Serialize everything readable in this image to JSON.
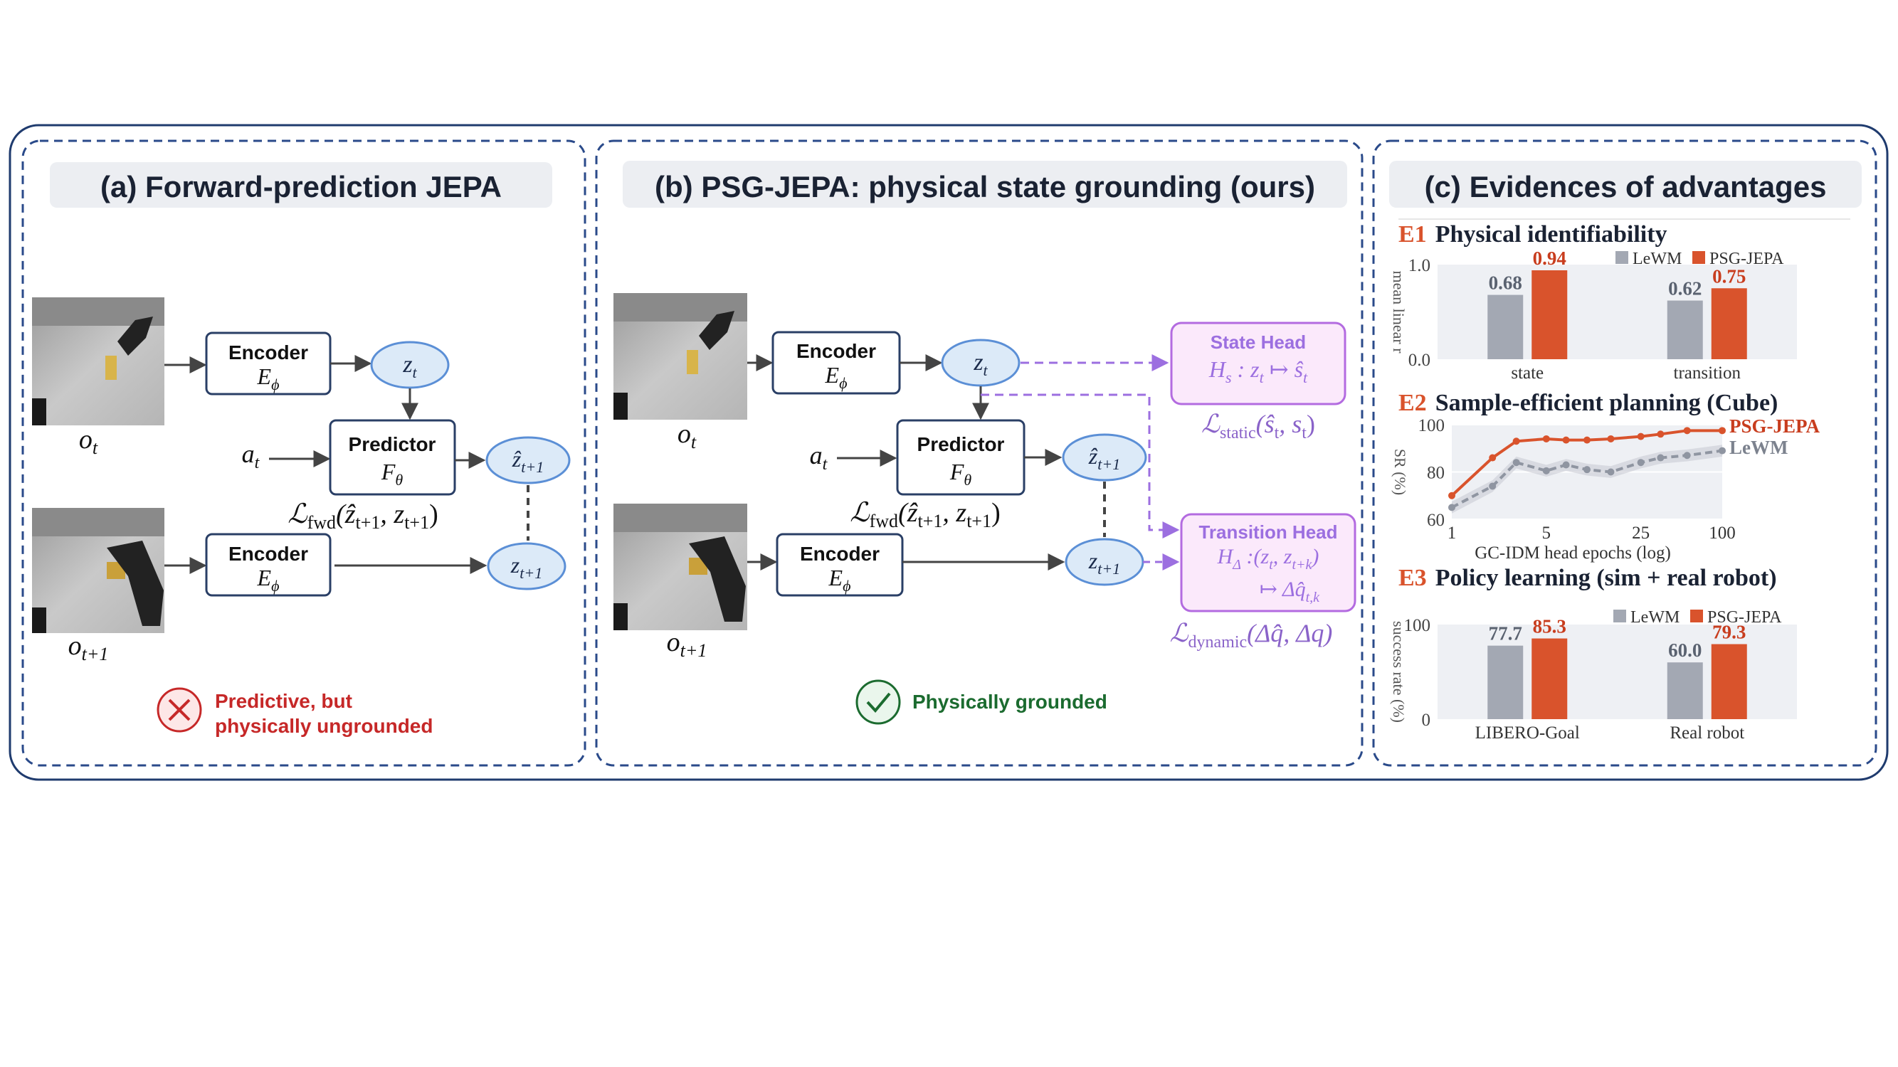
{
  "panel_a": {
    "title": "(a) Forward-prediction JEPA",
    "obs_t": "o",
    "obs_t_sub": "t",
    "obs_t1": "o",
    "obs_t1_sub": "t+1",
    "encoder_top_label": "Encoder",
    "encoder_top_sym": "E",
    "encoder_top_sub": "ϕ",
    "encoder_bottom_label": "Encoder",
    "encoder_bottom_sym": "E",
    "encoder_bottom_sub": "ϕ",
    "predictor_label": "Predictor",
    "predictor_sym": "F",
    "predictor_sub": "θ",
    "z_t": "z",
    "z_t_sub": "t",
    "zhat_t1": "ẑ",
    "zhat_t1_sub": "t+1",
    "z_t1": "z",
    "z_t1_sub": "t+1",
    "action": "a",
    "action_sub": "t",
    "loss": "ℒ",
    "loss_sub": "fwd",
    "loss_args": "(ẑ",
    "loss_args_sub": "t+1",
    "loss_args2": ", z",
    "loss_args2_sub": "t+1",
    "loss_args3": ")",
    "verdict_line1": "Predictive, but",
    "verdict_line2": "physically ungrounded",
    "verdict_color": "#c62828"
  },
  "panel_b": {
    "title": "(b) PSG-JEPA: physical state grounding (ours)",
    "encoder_top_label": "Encoder",
    "encoder_bottom_label": "Encoder",
    "predictor_label": "Predictor",
    "state_head_label": "State Head",
    "state_head_formula": "H",
    "state_head_formula_sub": "s",
    "state_head_formula_rest": " : z",
    "state_head_formula_rest_sub": "t",
    "state_head_formula_end": " ↦ ŝ",
    "state_head_formula_end_sub": "t",
    "state_loss": "ℒ",
    "state_loss_sub": "static",
    "state_loss_args": "(ŝ",
    "state_loss_args_sub": "t",
    "state_loss_args2": ", s",
    "state_loss_args2_sub": "t",
    "state_loss_args3": ")",
    "transition_head_label": "Transition Head",
    "transition_formula": "H",
    "transition_formula_sub": "Δ",
    "transition_formula_rest": " :(z",
    "transition_formula_rest_sub": "t",
    "transition_formula_rest2": ", z",
    "transition_formula_rest2_sub": "t+k",
    "transition_formula_rest3": ")",
    "transition_formula_line2": "↦ Δq̂",
    "transition_formula_line2_sub": "t,k",
    "dynamic_loss": "ℒ",
    "dynamic_loss_sub": "dynamic",
    "dynamic_loss_args": "(Δq̂, Δq)",
    "verdict": "Physically grounded",
    "verdict_color": "#1b6b2f",
    "head_color": "#9c6fe0"
  },
  "panel_c": {
    "title": "(c) Evidences of advantages",
    "e1_tag": "E1",
    "e1_title": "Physical identifiability",
    "e2_tag": "E2",
    "e2_title": "Sample-efficient planning (Cube)",
    "e3_tag": "E3",
    "e3_title": "Policy learning (sim + real robot)",
    "accent": "#d9532c",
    "gray": "#a3a8b3"
  },
  "chart_data": [
    {
      "type": "bar",
      "ylabel": "mean linear r",
      "ylim": [
        0.0,
        1.0
      ],
      "yticks": [
        "1.0",
        "0.0"
      ],
      "categories": [
        "state",
        "transition"
      ],
      "series": [
        {
          "name": "LeWM",
          "values": [
            0.68,
            0.62
          ]
        },
        {
          "name": "PSG-JEPA",
          "values": [
            0.94,
            0.75
          ]
        }
      ],
      "legend": "top-right",
      "grid": false
    },
    {
      "type": "line",
      "xlabel": "GC-IDM head epochs (log)",
      "ylabel": "SR (%)",
      "ylim": [
        60,
        100
      ],
      "xticks": [
        "1",
        "5",
        "25",
        "100"
      ],
      "yticks": [
        "100",
        "80",
        "60"
      ],
      "x": [
        1,
        2,
        3,
        5,
        7,
        10,
        15,
        25,
        35,
        55,
        100
      ],
      "series": [
        {
          "name": "PSG-JEPA",
          "values": [
            70,
            86,
            93,
            94,
            93.5,
            93.5,
            94,
            95,
            96,
            97.5,
            97.5
          ]
        },
        {
          "name": "LeWM",
          "values": [
            65,
            74,
            84,
            80.5,
            83,
            81,
            80,
            84,
            86,
            87,
            89
          ]
        }
      ],
      "legend": "right",
      "log_x": true
    },
    {
      "type": "bar",
      "ylabel": "success rate (%)",
      "ylim": [
        0,
        100
      ],
      "yticks": [
        "100",
        "0"
      ],
      "categories": [
        "LIBERO-Goal",
        "Real robot"
      ],
      "series": [
        {
          "name": "LeWM",
          "values": [
            77.7,
            60.0
          ]
        },
        {
          "name": "PSG-JEPA",
          "values": [
            85.3,
            79.3
          ]
        }
      ],
      "legend": "top-right",
      "grid": false
    }
  ]
}
